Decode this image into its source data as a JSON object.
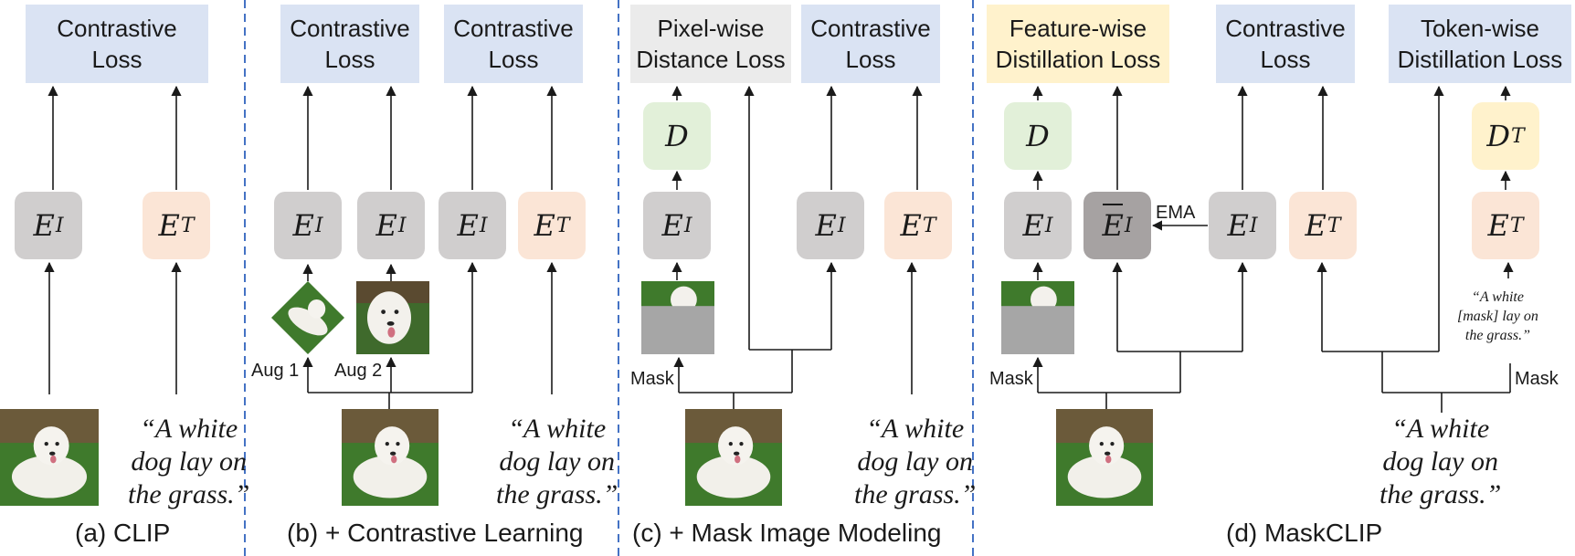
{
  "panels": {
    "a": {
      "caption": "(a) CLIP",
      "loss_line1": "Contrastive",
      "loss_line2": "Loss",
      "text_line1": "“A white",
      "text_line2": "dog lay on",
      "text_line3": "the grass.”"
    },
    "b": {
      "caption": "(b) + Contrastive Learning",
      "loss1_line1": "Contrastive",
      "loss1_line2": "Loss",
      "loss2_line1": "Contrastive",
      "loss2_line2": "Loss",
      "aug1": "Aug 1",
      "aug2": "Aug 2",
      "text_line1": "“A white",
      "text_line2": "dog lay on",
      "text_line3": "the grass.”"
    },
    "c": {
      "caption": "(c) + Mask Image Modeling",
      "loss1_line1": "Pixel-wise",
      "loss1_line2": "Distance Loss",
      "loss2_line1": "Contrastive",
      "loss2_line2": "Loss",
      "mask": "Mask",
      "text_line1": "“A white",
      "text_line2": "dog lay on",
      "text_line3": "the grass.”"
    },
    "d": {
      "caption": "(d) MaskCLIP",
      "loss1_line1": "Feature-wise",
      "loss1_line2": "Distillation Loss",
      "loss2_line1": "Contrastive",
      "loss2_line2": "Loss",
      "loss3_line1": "Token-wise",
      "loss3_line2": "Distillation Loss",
      "ema": "EMA",
      "mask_left": "Mask",
      "mask_right": "Mask",
      "masked_text_line1": "“A white",
      "masked_text_line2": "[mask] lay on",
      "masked_text_line3": "the grass.”",
      "text_line1": "“A white",
      "text_line2": "dog lay on",
      "text_line3": "the grass.”"
    }
  },
  "symbols": {
    "encoder": "E",
    "decoder": "D",
    "image_sub": "I",
    "text_sub": "T"
  },
  "colors": {
    "contrastive_loss": "#dae3f3",
    "pixel_loss": "#ebebeb",
    "distillation_loss": "#fff2cc",
    "image_encoder": "#d0cece",
    "ema_encoder": "#a6a2a2",
    "text_encoder": "#fbe5d6",
    "decoder": "#e2f0d9",
    "text_decoder": "#fff2cc",
    "separator": "#4472c4"
  }
}
